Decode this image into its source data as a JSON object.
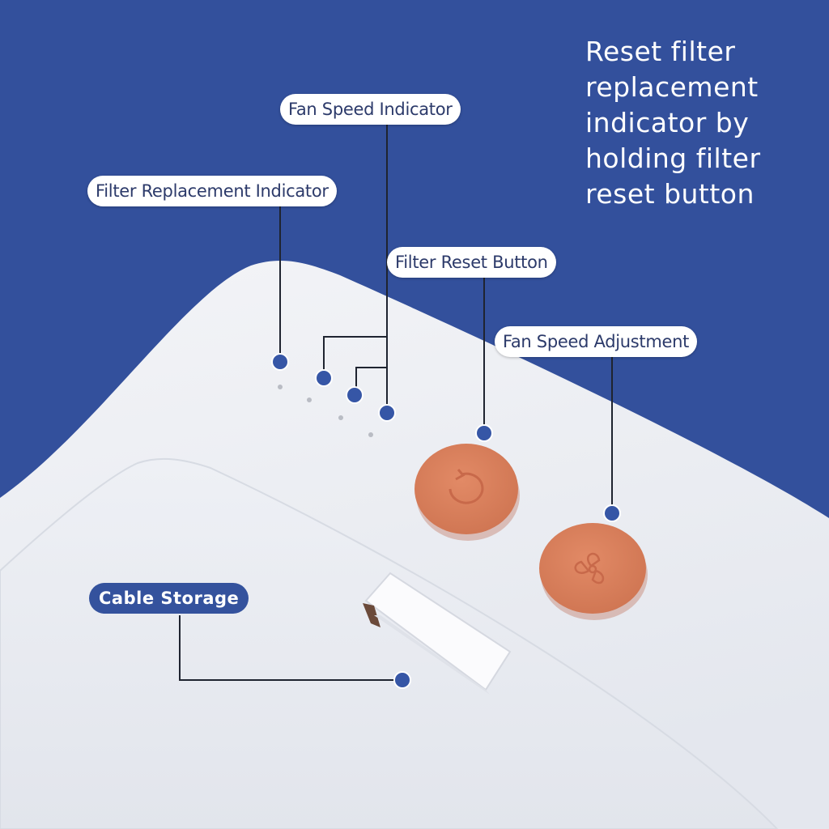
{
  "headline": "Reset filter replacement indicator by holding filter reset button",
  "callouts": {
    "fan_speed_indicator": "Fan Speed Indicator",
    "filter_replacement_indicator": "Filter Replacement Indicator",
    "filter_reset_button": "Filter Reset Button",
    "fan_speed_adjustment": "Fan Speed Adjustment",
    "cable_storage": "Cable Storage"
  },
  "colors": {
    "background": "#33509c",
    "device_body": "#eceef3",
    "button": "#d9805e",
    "marker": "#3656a6",
    "callout_text": "#2c3a6a"
  }
}
